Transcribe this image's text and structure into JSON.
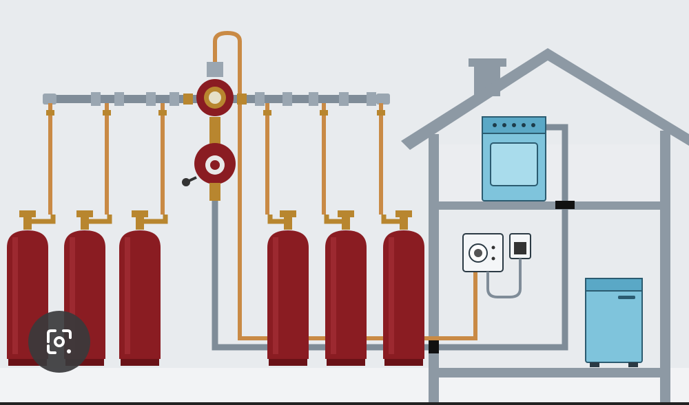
{
  "colors": {
    "background": "#e8ebee",
    "cylinder": "#8a1c22",
    "copper_pipe": "#c98a45",
    "steel_pipe": "#7f8c98",
    "house_outline": "#8d99a4",
    "appliance": "#7fc4dc",
    "brass": "#b8862f"
  },
  "cylinders": {
    "left_group": 3,
    "right_group": 3
  },
  "appliances": [
    "gas-stove",
    "wall-boiler",
    "floor-boiler",
    "thermostat",
    "power-plug"
  ],
  "overlay": {
    "icon": "google-lens-icon"
  }
}
